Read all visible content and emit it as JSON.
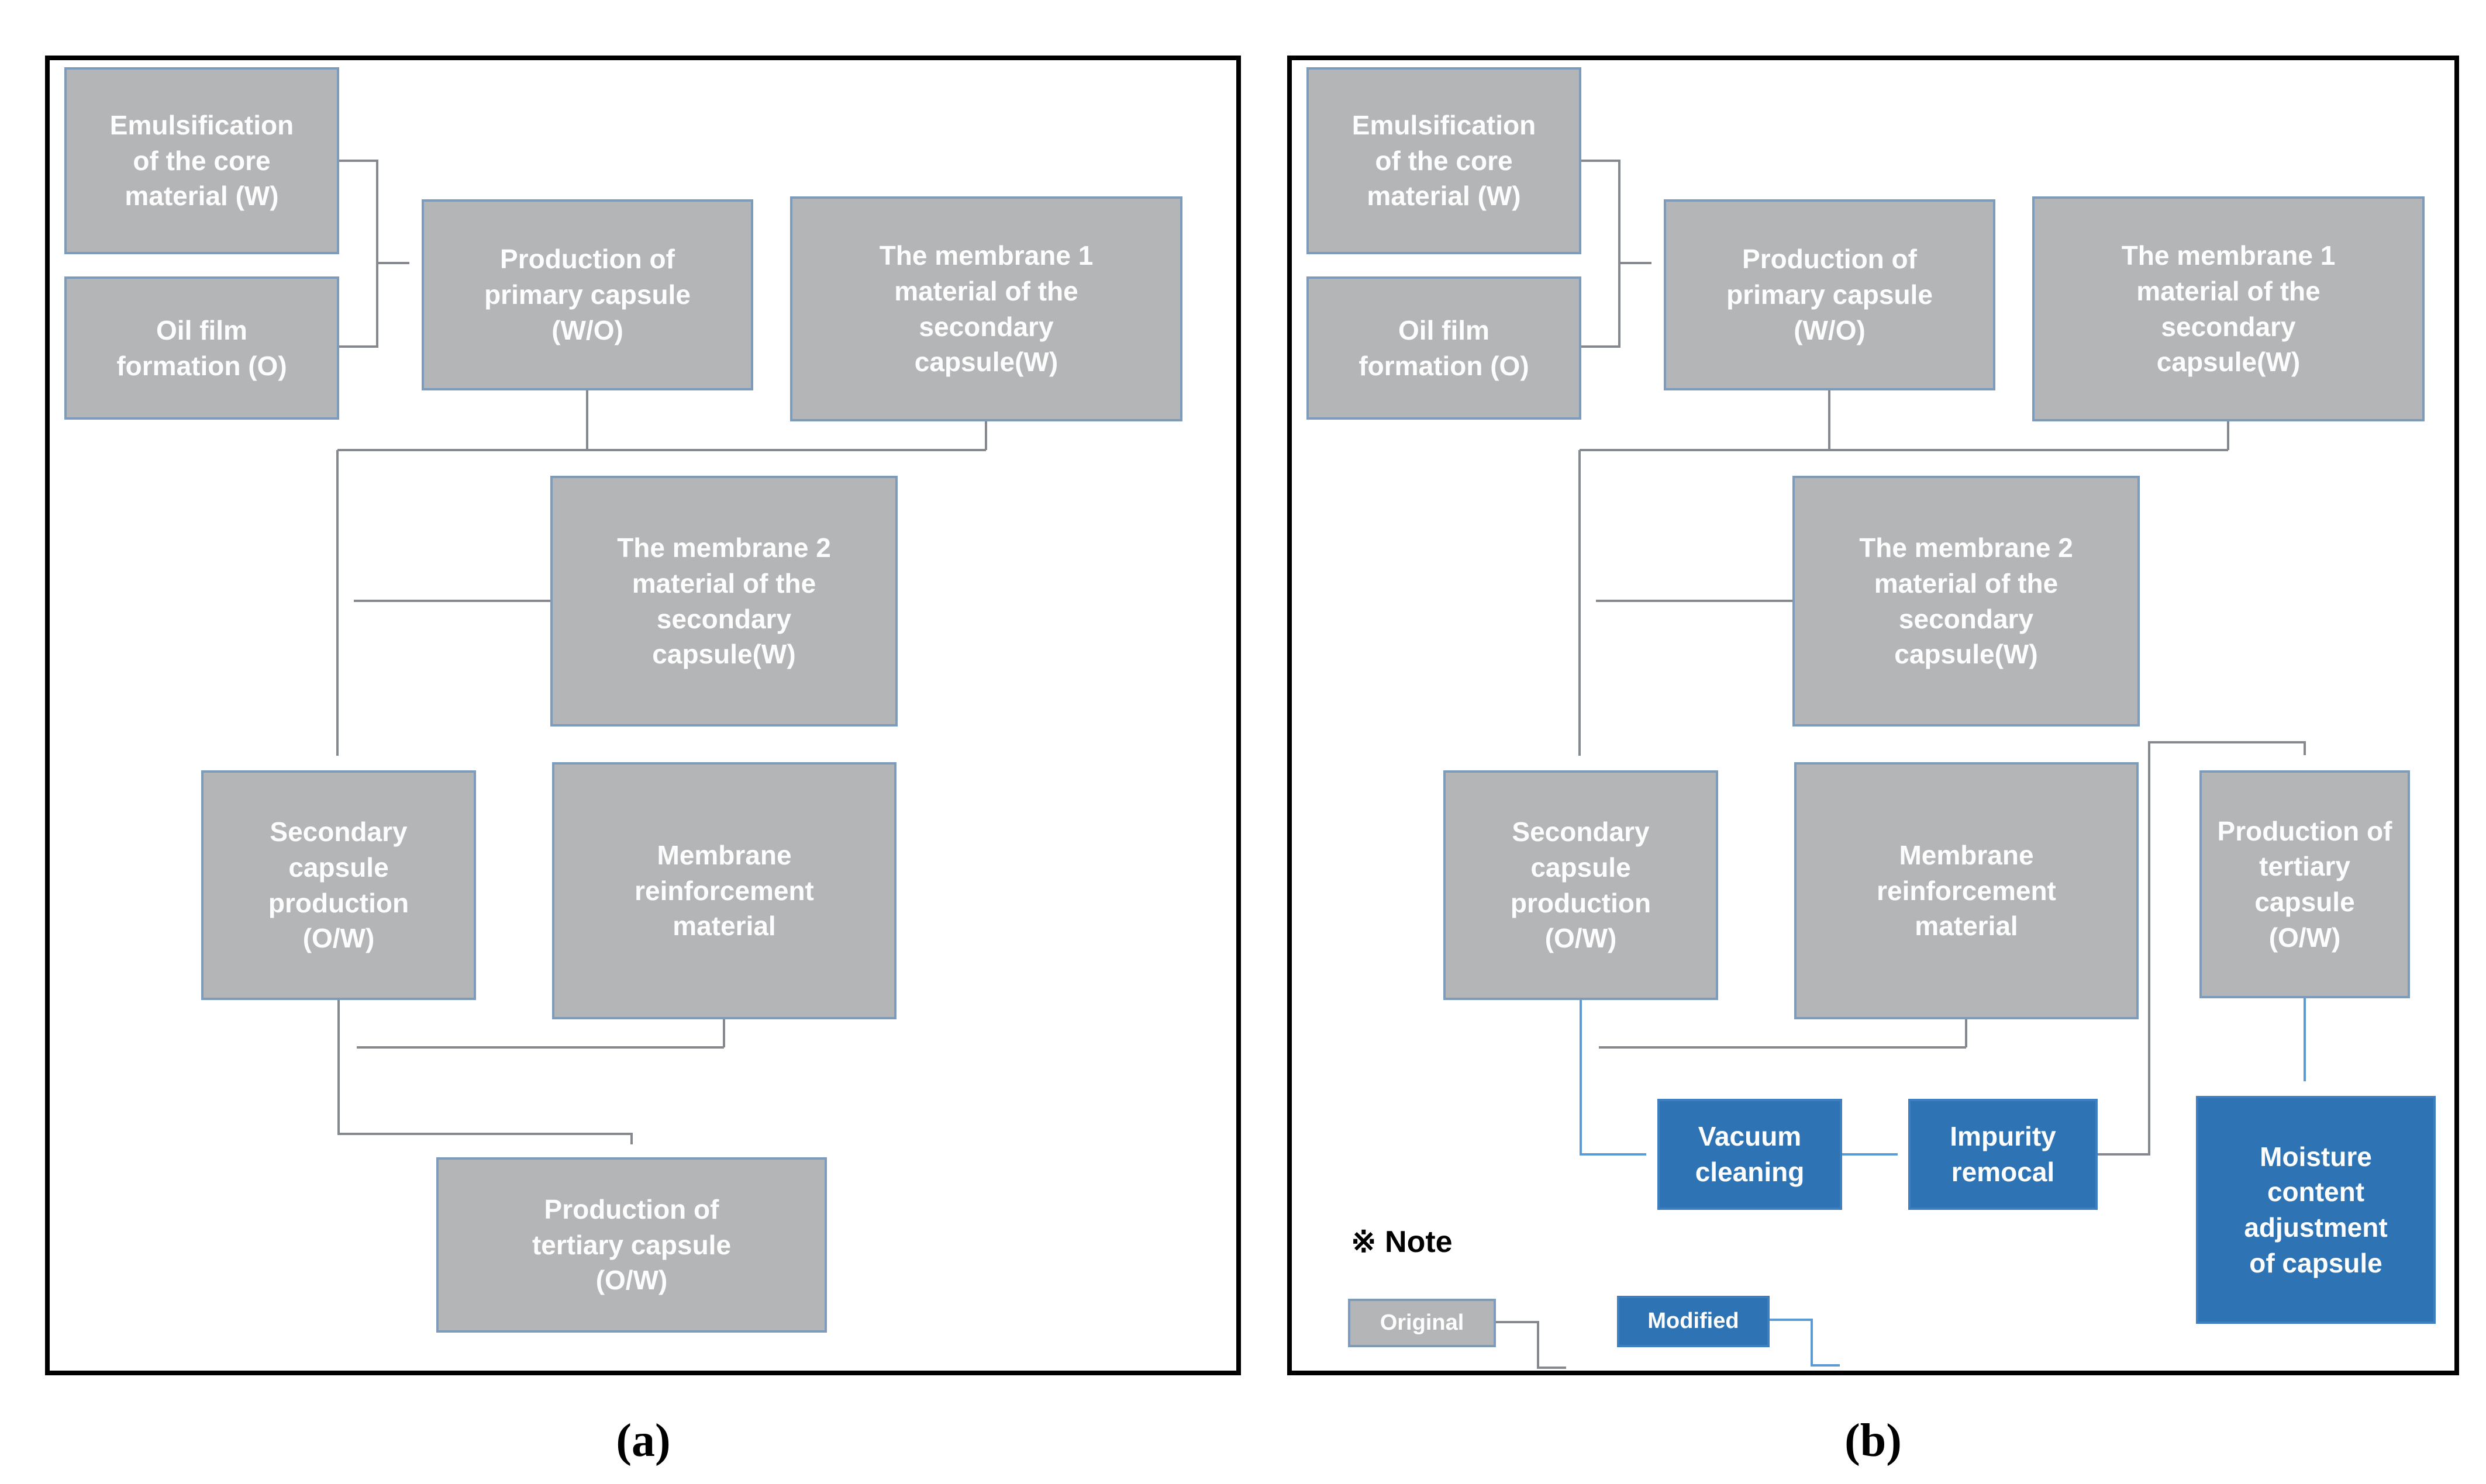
{
  "figure": {
    "caption_a": "(a)",
    "caption_b": "(b)"
  },
  "boxes": {
    "emulsification": "Emulsification\nof the core\nmaterial (W)",
    "oil_film": "Oil film\nformation (O)",
    "primary_capsule": "Production of\nprimary capsule\n(W/O)",
    "membrane1": "The membrane 1\nmaterial of the\nsecondary\ncapsule(W)",
    "membrane2": "The membrane 2\nmaterial of the\nsecondary\ncapsule(W)",
    "secondary_capsule": "Secondary\ncapsule\nproduction\n(O/W)",
    "membrane_reinforcement": "Membrane\nreinforcement\nmaterial",
    "tertiary_capsule_wide": "Production of\ntertiary capsule\n(O/W)",
    "tertiary_capsule_narrow": "Production of\ntertiary\ncapsule\n(O/W)",
    "vacuum_cleaning": "Vacuum\ncleaning",
    "impurity_removal": "Impurity\nremocal",
    "moisture_adjustment": "Moisture\ncontent\nadjustment\nof capsule"
  },
  "legend": {
    "note": "※ Note",
    "original": "Original",
    "modified": "Modified"
  },
  "colors": {
    "box_gray_fill": "#b3b5b7",
    "box_gray_border": "#7d9cbc",
    "box_blue_fill": "#2e74b5",
    "connector_gray": "#85898d",
    "connector_blue": "#5b9bd5",
    "frame_border": "#000000",
    "text_on_box": "#ffffff",
    "text_black": "#000000"
  }
}
